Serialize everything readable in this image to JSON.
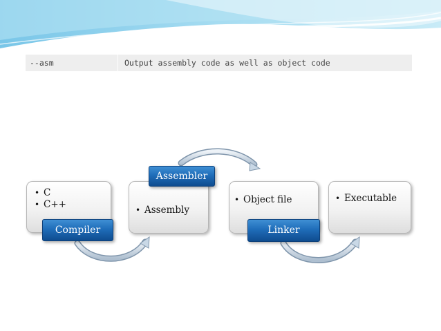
{
  "table": {
    "option": "--asm",
    "description": "Output assembly code as well as object code"
  },
  "diagram": {
    "cards": [
      {
        "items": [
          "C",
          "C++"
        ]
      },
      {
        "items": [
          "Assembly"
        ]
      },
      {
        "items": [
          "Object file"
        ]
      },
      {
        "items": [
          "Executable"
        ]
      }
    ],
    "tags": {
      "compiler": "Compiler",
      "assembler": "Assembler",
      "linker": "Linker"
    }
  },
  "colors": {
    "header_wave": "#8fd0ec",
    "tag_blue": "#1f6db9",
    "arrow": "#c9d8e6"
  }
}
